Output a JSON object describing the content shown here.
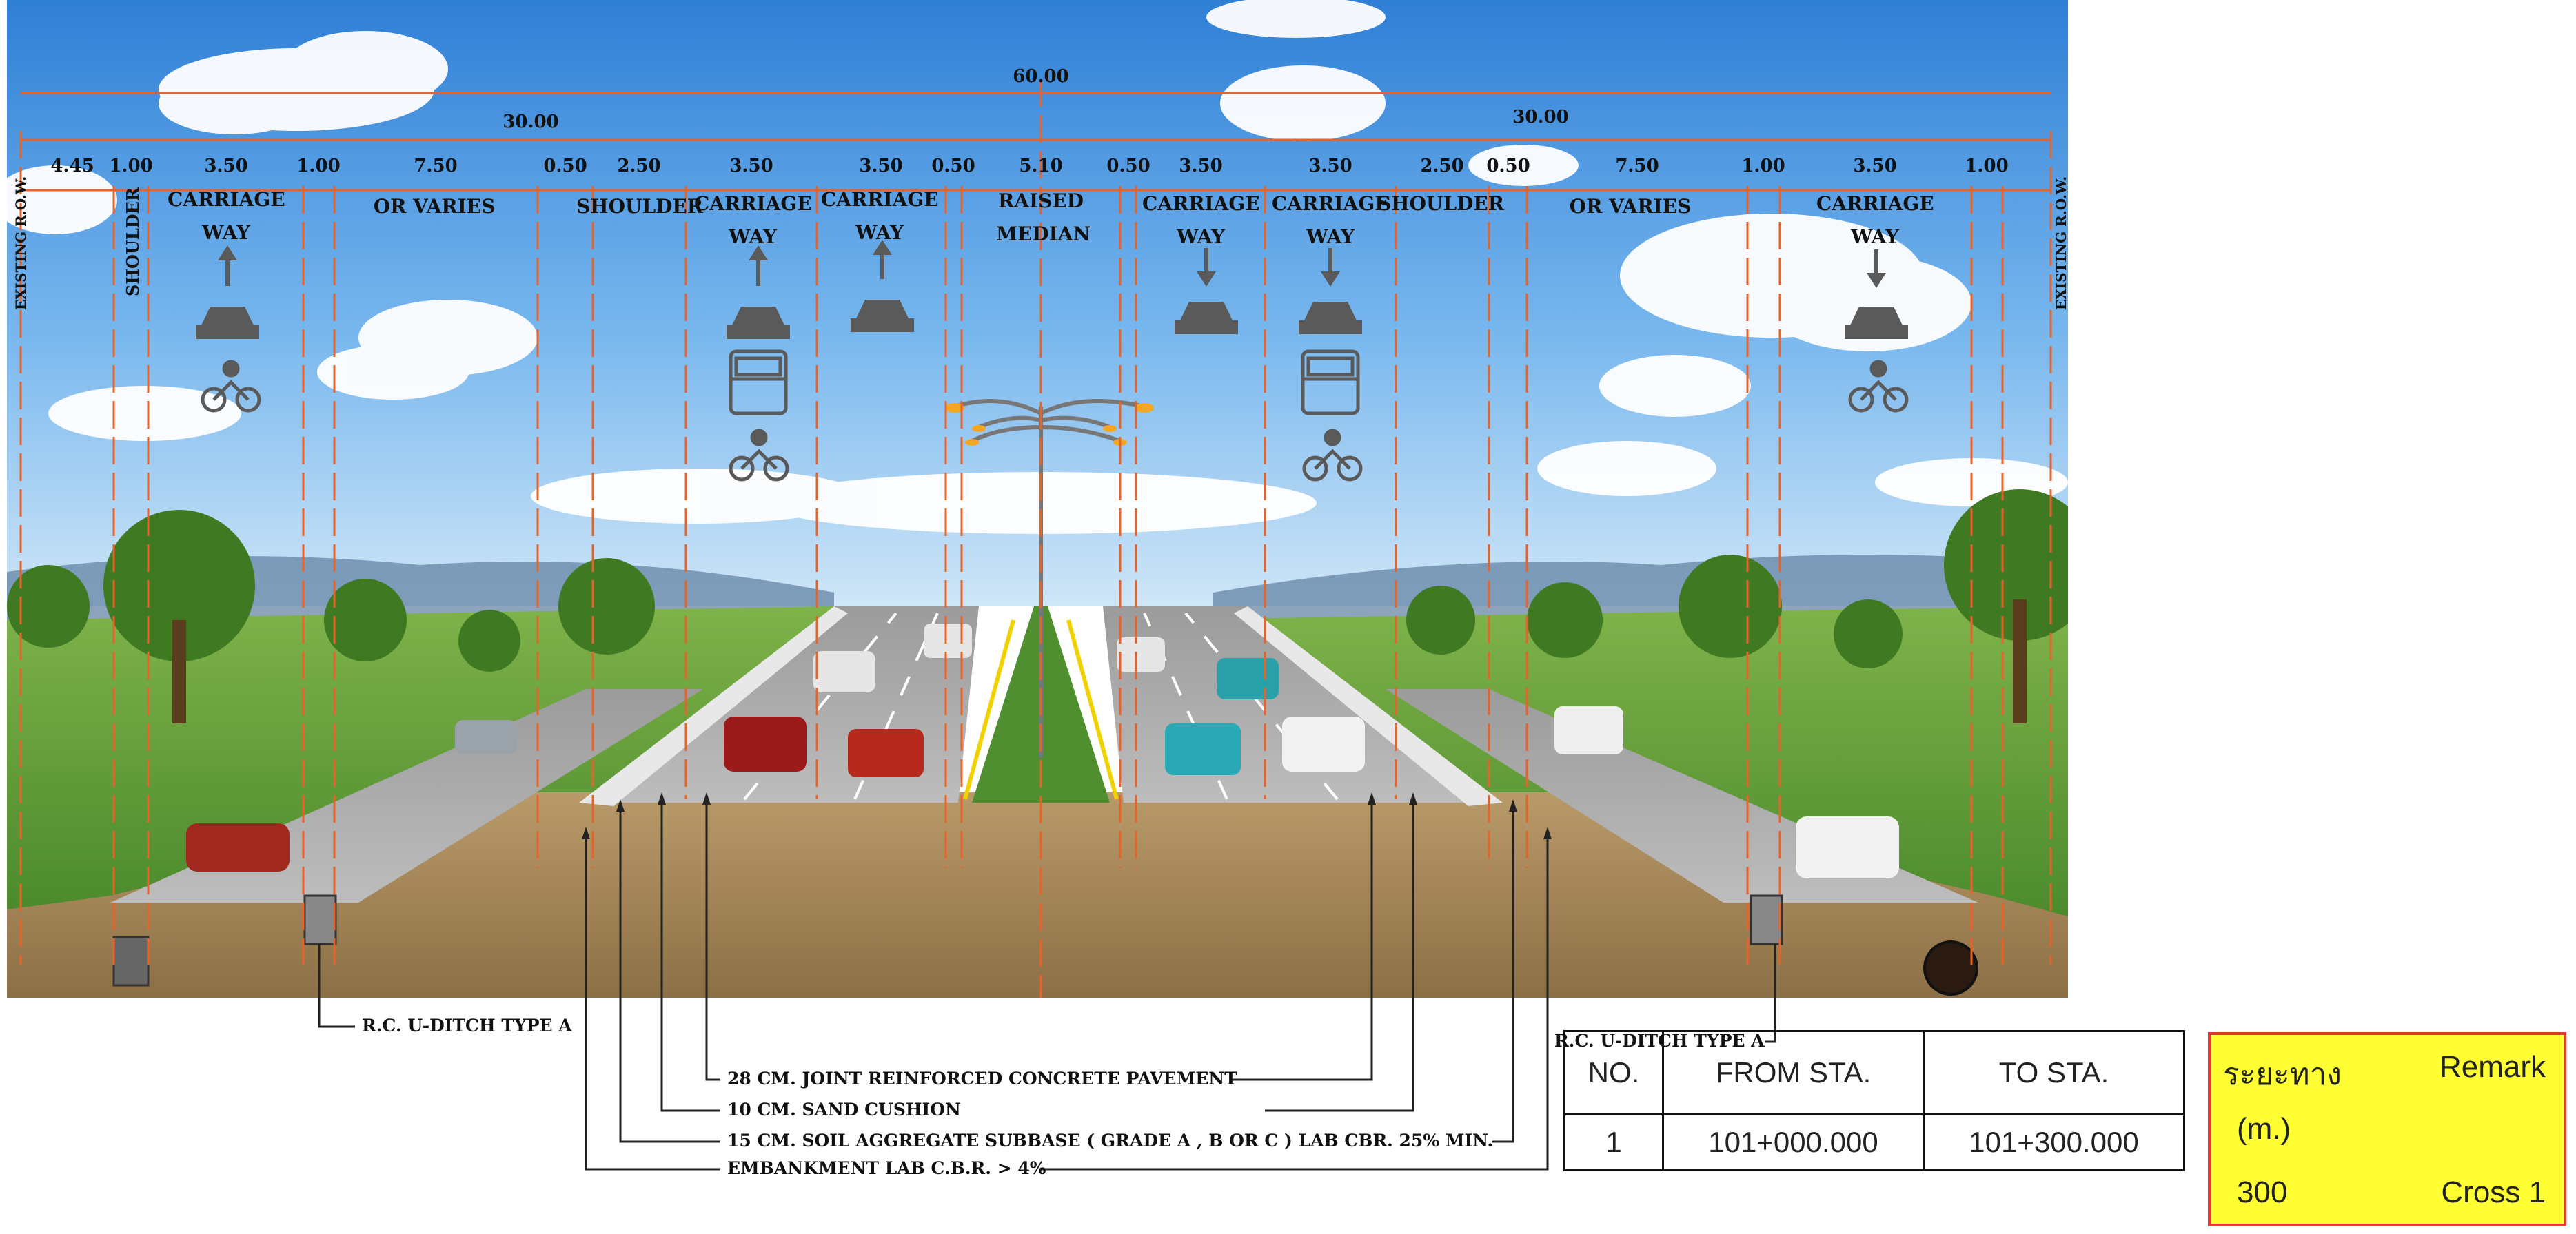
{
  "drawing": {
    "overall_width": "60.00",
    "half_width_left": "30.00",
    "half_width_right": "30.00",
    "segment_dimensions": [
      "4.45",
      "1.00",
      "3.50",
      "1.00",
      "7.50",
      "0.50",
      "2.50",
      "3.50",
      "3.50",
      "0.50",
      "5.10",
      "0.50",
      "3.50",
      "3.50",
      "2.50",
      "0.50",
      "7.50",
      "1.00",
      "3.50",
      "1.00"
    ],
    "zone_labels": {
      "shoulder_left_vertical": "SHOULDER",
      "existing_row_left": "EXISTING R.O.W.",
      "existing_row_right": "EXISTING R.O.W.",
      "carriageway_1": "CARRIAGE WAY",
      "or_varies_left": "OR VARIES",
      "shoulder_left": "SHOULDER",
      "carriageway_2": "CARRIAGE WAY",
      "carriageway_3": "CARRIAGE WAY",
      "raised_median": "RAISED MEDIAN",
      "carriageway_4": "CARRIAGE WAY",
      "carriageway_5": "CARRIAGE WAY",
      "shoulder_right": "SHOULDER",
      "or_varies_right": "OR VARIES",
      "carriageway_6": "CARRIAGE WAY"
    },
    "callouts": {
      "u_ditch_left": "R.C.   U-DITCH TYPE A",
      "u_ditch_right": "R.C.   U-DITCH TYPE A",
      "pavement": "28 CM. JOINT REINFORCED CONCRETE PAVEMENT",
      "sand_cushion": "10 CM. SAND CUSHION",
      "subbase": "15 CM. SOIL AGGREGATE SUBBASE ( GRADE A , B OR C ) LAB CBR. 25% MIN.",
      "embankment": "EMBANKMENT LAB C.B.R. > 4%"
    }
  },
  "station_table": {
    "headers": [
      "NO.",
      "FROM  STA.",
      "TO  STA."
    ],
    "rows": [
      [
        "1",
        "101+000.000",
        "101+300.000"
      ]
    ]
  },
  "remark_box": {
    "distance_label": "ระยะทาง",
    "unit_label": "(m.)",
    "remark_label": "Remark",
    "distance_value": "300",
    "remark_value": "Cross 1"
  },
  "colors": {
    "dimension_line": "#e8632a",
    "remark_fill": "#ffff33",
    "remark_border": "#e53935"
  }
}
